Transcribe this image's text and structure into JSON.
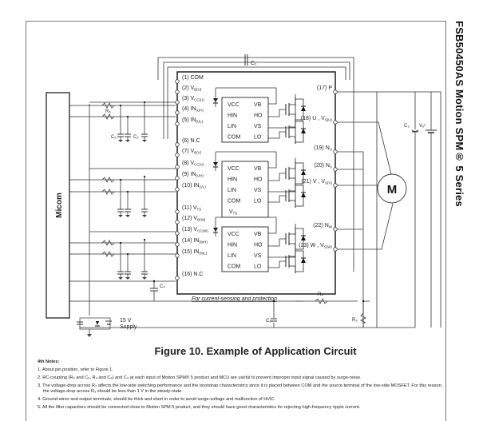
{
  "document": {
    "side_title": "FSB50450AS  Motion SPM® 5 Series",
    "figure_caption": "Figure 10. Example of Application Circuit"
  },
  "diagram": {
    "controller_label": "Micom",
    "motor_label": "M",
    "supply_label_line1": "15 V",
    "supply_label_line2": "Supply",
    "sensing_label": "For current-sensing and protection",
    "components": {
      "c1": "C₁",
      "c2": "C₂",
      "c3": "C₃",
      "c4": "C₄",
      "c5": "C₅",
      "c6": "C₆",
      "r3": "R₃",
      "r4": "R₄",
      "r5": "R₅",
      "vdc": "Vₒᶜ"
    },
    "left_pins": [
      {
        "num": "(1)",
        "name": "COM",
        "sub": ""
      },
      {
        "num": "(2)",
        "name": "V",
        "sub": "B(U)"
      },
      {
        "num": "(3)",
        "name": "V",
        "sub": "CC(U)"
      },
      {
        "num": "(4)",
        "name": "IN",
        "sub": "(UH)"
      },
      {
        "num": "(5)",
        "name": "IN",
        "sub": "(UL)"
      },
      {
        "num": "(6)",
        "name": "N.C",
        "sub": ""
      },
      {
        "num": "(7)",
        "name": "V",
        "sub": "B(V)"
      },
      {
        "num": "(8)",
        "name": "V",
        "sub": "CC(V)"
      },
      {
        "num": "(9)",
        "name": "IN",
        "sub": "(VH)"
      },
      {
        "num": "(10)",
        "name": "IN",
        "sub": "(VL)"
      },
      {
        "num": "(11)",
        "name": "V",
        "sub": "TS"
      },
      {
        "num": "(12)",
        "name": "V",
        "sub": "B(W)"
      },
      {
        "num": "(13)",
        "name": "V",
        "sub": "CC(W)"
      },
      {
        "num": "(14)",
        "name": "IN",
        "sub": "(WH)"
      },
      {
        "num": "(15)",
        "name": "IN",
        "sub": "(WL)"
      },
      {
        "num": "(16)",
        "name": "N.C",
        "sub": ""
      }
    ],
    "right_pins": [
      {
        "num": "(17)",
        "name": "P",
        "sub": ""
      },
      {
        "num": "(18)",
        "name": "U , V",
        "sub": "S(U)"
      },
      {
        "num": "(19)",
        "name": "N",
        "sub": "U"
      },
      {
        "num": "(20)",
        "name": "N",
        "sub": "V"
      },
      {
        "num": "(21)",
        "name": "V , V",
        "sub": "S(V)"
      },
      {
        "num": "(22)",
        "name": "N",
        "sub": "W"
      },
      {
        "num": "(23)",
        "name": "W , V",
        "sub": "S(W)"
      }
    ],
    "hvic_left_labels": [
      "VCC",
      "HIN",
      "LIN",
      "COM"
    ],
    "hvic_right_labels": [
      "VB",
      "HO",
      "VS",
      "LO"
    ],
    "vts_label": "V",
    "vts_sub": "TS"
  },
  "notes": {
    "header": "4th Notes:",
    "items": [
      "1. About pin position, refer to Figure 1.",
      "2. RC-coupling (R₅ and C₅, R₄ and C₆) and C₄ at each input of Motion SPM® 5 product and MCU are useful to prevent improper input signal caused by surge-noise.",
      "3. The voltage-drop across R₃ affects the low-side switching performance and the bootstrap characteristics since it is placed between COM and the source terminal of the low-side MOSFET. For this reason, the voltage-drop across R₃ should be less than 1 V in the steady-state.",
      "4. Ground-wires and output terminals, should be thick and short in order to avoid surge-voltage and malfunction of HVIC.",
      "5. All the filter capacitors should be connected close to Motion SPM 5 product, and they should have good characteristics for rejecting high-frequency ripple current."
    ]
  }
}
